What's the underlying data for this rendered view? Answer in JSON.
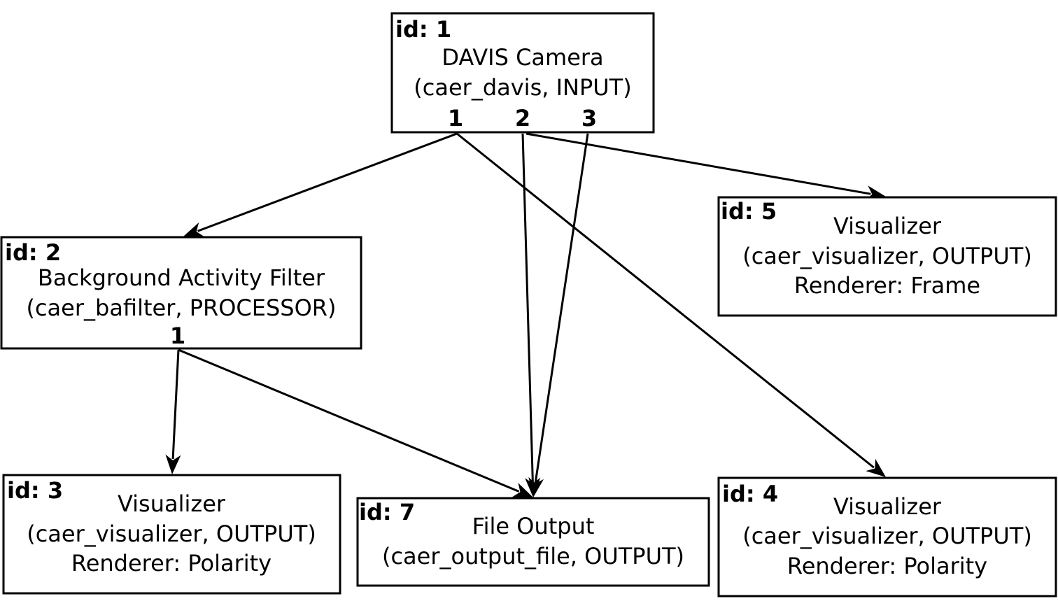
{
  "diagram": {
    "nodes": [
      {
        "key": "n1",
        "id_label": "id: 1",
        "lines": [
          "DAVIS Camera",
          "(caer_davis, INPUT)"
        ],
        "ports": [
          "1",
          "2",
          "3"
        ]
      },
      {
        "key": "n2",
        "id_label": "id: 2",
        "lines": [
          "Background Activity Filter",
          "(caer_bafilter, PROCESSOR)"
        ],
        "ports": [
          "1"
        ]
      },
      {
        "key": "n3",
        "id_label": "id: 3",
        "lines": [
          "Visualizer",
          "(caer_visualizer, OUTPUT)",
          "Renderer: Polarity"
        ],
        "ports": []
      },
      {
        "key": "n4",
        "id_label": "id: 4",
        "lines": [
          "Visualizer",
          "(caer_visualizer, OUTPUT)",
          "Renderer: Polarity"
        ],
        "ports": []
      },
      {
        "key": "n5",
        "id_label": "id: 5",
        "lines": [
          "Visualizer",
          "(caer_visualizer, OUTPUT)",
          "Renderer: Frame"
        ],
        "ports": []
      },
      {
        "key": "n7",
        "id_label": "id: 7",
        "lines": [
          "File Output",
          "(caer_output_file, OUTPUT)"
        ],
        "ports": []
      }
    ],
    "edges": [
      {
        "from": "n1",
        "port": "1",
        "to": "n2"
      },
      {
        "from": "n1",
        "port": "1",
        "to": "n4"
      },
      {
        "from": "n1",
        "port": "2",
        "to": "n7"
      },
      {
        "from": "n1",
        "port": "2",
        "to": "n5"
      },
      {
        "from": "n1",
        "port": "3",
        "to": "n7"
      },
      {
        "from": "n2",
        "port": "1",
        "to": "n3"
      },
      {
        "from": "n2",
        "port": "1",
        "to": "n7"
      }
    ]
  }
}
